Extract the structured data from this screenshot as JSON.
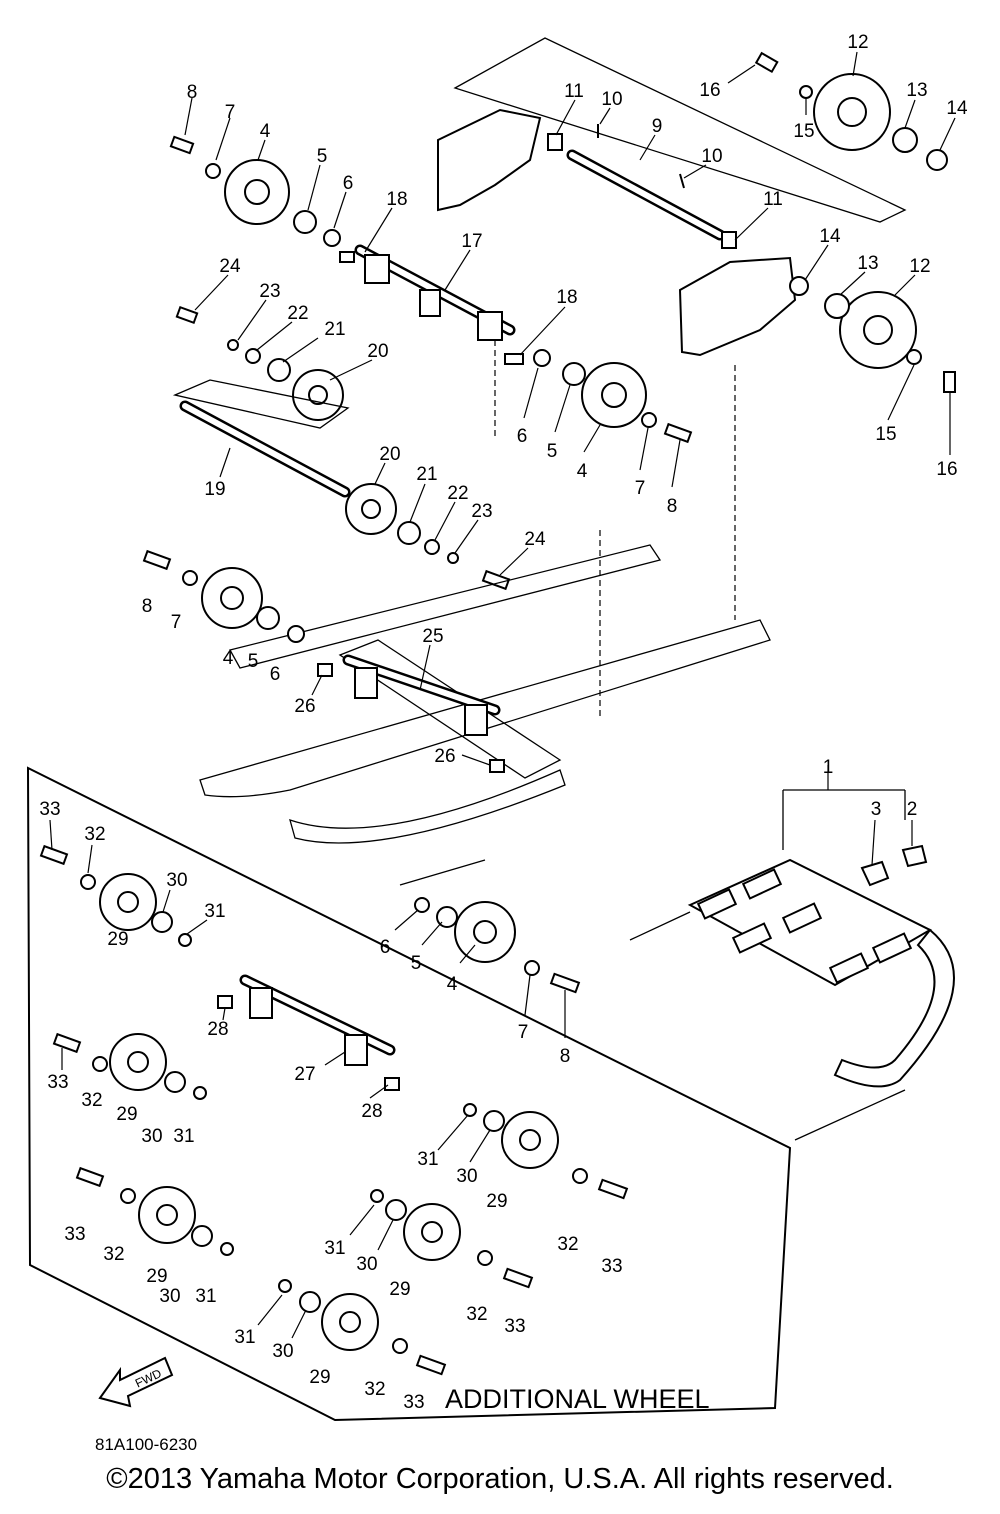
{
  "callouts": {
    "c1": "1",
    "c2": "2",
    "c3": "3",
    "c4": "4",
    "c5": "5",
    "c6": "6",
    "c7": "7",
    "c8": "8",
    "c9": "9",
    "c10": "10",
    "c11": "11",
    "c12": "12",
    "c13": "13",
    "c14": "14",
    "c15": "15",
    "c16": "16",
    "c17": "17",
    "c18": "18",
    "c19": "19",
    "c20": "20",
    "c21": "21",
    "c22": "22",
    "c23": "23",
    "c24": "24",
    "c25": "25",
    "c26": "26",
    "c27": "27",
    "c28": "28",
    "c29": "29",
    "c30": "30",
    "c31": "31",
    "c32": "32",
    "c33": "33"
  },
  "additional_wheel_label": "ADDITIONAL WHEEL",
  "fwd_label": "FWD",
  "diagram_code": "81A100-6230",
  "copyright": "©2013 Yamaha Motor Corporation, U.S.A. All rights reserved."
}
